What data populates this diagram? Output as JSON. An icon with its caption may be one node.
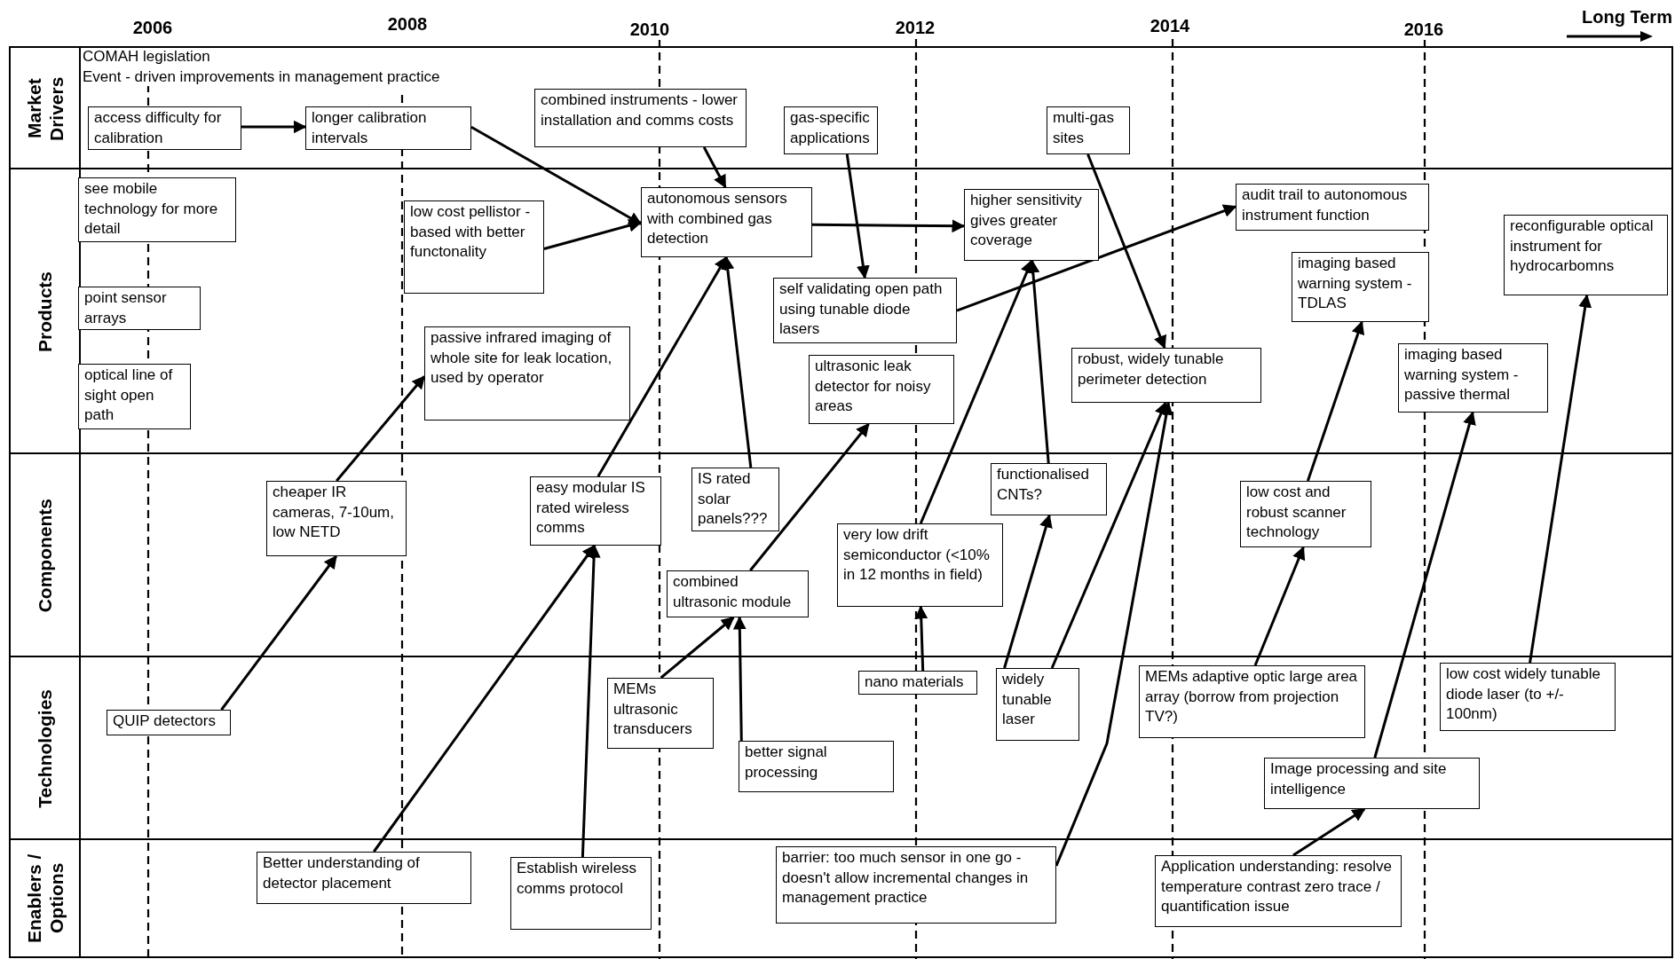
{
  "diagram": {
    "nodes": [
      {
        "text": [
          "Market Drivers"
        ]
      },
      {
        "text": [
          "Products"
        ]
      },
      {
        "text": [
          "Components"
        ]
      },
      {
        "text": [
          "Technologies"
        ]
      },
      {
        "text": [
          "Enablers / Options"
        ]
      },
      {
        "text": [
          "access difficulty for calibration"
        ],
        "in": 0
      },
      {
        "text": [
          "longer calibration intervals"
        ],
        "in": 0
      },
      {
        "text": [
          "combined instruments - lower installation and comms costs"
        ],
        "in": 0
      },
      {
        "text": [
          "gas-specific applications"
        ],
        "in": 0
      },
      {
        "text": [
          "multi-gas sites"
        ],
        "in": 0
      },
      {
        "text": [
          "see mobile technology for more detail"
        ],
        "in": 1
      },
      {
        "text": [
          "point sensor arrays"
        ],
        "in": 1
      },
      {
        "text": [
          "optical line of sight open path"
        ],
        "in": 1
      },
      {
        "text": [
          "low cost pellistor - based with better functonality"
        ],
        "in": 1
      },
      {
        "text": [
          "passive infrared imaging of whole site for leak location, used by operator"
        ],
        "in": 1
      },
      {
        "text": [
          "autonomous sensors with combined gas detection"
        ],
        "in": 1
      },
      {
        "text": [
          "self validating open path using tunable diode lasers"
        ],
        "in": 1
      },
      {
        "text": [
          "ultrasonic leak detector for noisy areas"
        ],
        "in": 1
      },
      {
        "text": [
          "higher sensitivity gives greater coverage"
        ],
        "in": 1
      },
      {
        "text": [
          "audit trail to autonomous instrument function"
        ],
        "in": 1
      },
      {
        "text": [
          "robust, widely tunable perimeter detection"
        ],
        "in": 1
      },
      {
        "text": [
          "imaging based warning system - TDLAS"
        ],
        "in": 1
      },
      {
        "text": [
          "reconfigurable optical instrument for hydrocarbomns"
        ],
        "in": 1
      },
      {
        "text": [
          "imaging based warning system - passive thermal"
        ],
        "in": 1
      },
      {
        "text": [
          "cheaper IR cameras, 7-10um, low NETD"
        ],
        "in": 2
      },
      {
        "text": [
          "easy modular IS rated wireless comms"
        ],
        "in": 2
      },
      {
        "text": [
          "IS rated solar panels???"
        ],
        "in": 2
      },
      {
        "text": [
          "combined ultrasonic module"
        ],
        "in": 2
      },
      {
        "text": [
          "very low drift semiconductor (<10% in 12 months in field)"
        ],
        "in": 2
      },
      {
        "text": [
          "functionalised CNTs?"
        ],
        "in": 2
      },
      {
        "text": [
          "low cost and robust scanner technology"
        ],
        "in": 2
      },
      {
        "text": [
          "QUIP detectors"
        ],
        "in": 3
      },
      {
        "text": [
          "MEMs ultrasonic transducers"
        ],
        "in": 3
      },
      {
        "text": [
          "better signal processing"
        ],
        "in": 3
      },
      {
        "text": [
          "nano materials"
        ],
        "in": 3
      },
      {
        "text": [
          "widely tunable laser"
        ],
        "in": 3
      },
      {
        "text": [
          "MEMs adaptive optic large area array (borrow from projection TV?)"
        ],
        "in": 3
      },
      {
        "text": [
          "low cost widely tunable diode laser (to +/- 100nm)"
        ],
        "in": 3
      },
      {
        "text": [
          "Image processing and site intelligence"
        ],
        "in": 3
      },
      {
        "text": [
          "Better understanding of detector placement"
        ],
        "in": 4
      },
      {
        "text": [
          "Establish wireless comms protocol"
        ],
        "in": 4
      },
      {
        "text": [
          "barrier: too much sensor in one go - doesn't allow incremental changes in management practice"
        ],
        "in": 4
      },
      {
        "text": [
          "Application understanding: resolve temperature contrast zero trace / quantification issue"
        ],
        "in": 4
      }
    ],
    "edges": [
      {
        "from": 5,
        "to": 6,
        "arrow": "to"
      },
      {
        "from": 6,
        "to": 15,
        "arrow": "to"
      },
      {
        "from": 7,
        "to": 15,
        "arrow": "to"
      },
      {
        "from": 8,
        "to": 16,
        "arrow": "to"
      },
      {
        "from": 9,
        "to": 20,
        "arrow": "to"
      },
      {
        "from": 13,
        "to": 15,
        "arrow": "to"
      },
      {
        "from": 15,
        "to": 18,
        "arrow": "to"
      },
      {
        "from": 16,
        "to": 19,
        "arrow": "to"
      },
      {
        "from": 31,
        "to": 24,
        "arrow": "to"
      },
      {
        "from": 24,
        "to": 14,
        "arrow": "to"
      },
      {
        "from": 25,
        "to": 15,
        "arrow": "to"
      },
      {
        "from": 26,
        "to": 15,
        "arrow": "to"
      },
      {
        "from": 39,
        "to": 25,
        "arrow": "to"
      },
      {
        "from": 40,
        "to": 25,
        "arrow": "to"
      },
      {
        "from": 32,
        "to": 27,
        "arrow": "to"
      },
      {
        "from": 33,
        "to": 27,
        "arrow": "to"
      },
      {
        "from": 27,
        "to": 17,
        "arrow": "to"
      },
      {
        "from": 34,
        "to": 28,
        "arrow": "to"
      },
      {
        "from": 28,
        "to": 18,
        "arrow": "to"
      },
      {
        "from": 29,
        "to": 18,
        "arrow": "to"
      },
      {
        "from": 35,
        "to": 29,
        "arrow": "to"
      },
      {
        "from": 35,
        "to": 20,
        "arrow": "to"
      },
      {
        "from": 41,
        "to": 20,
        "arrow": "to"
      },
      {
        "from": 36,
        "to": 30,
        "arrow": "to"
      },
      {
        "from": 30,
        "to": 21,
        "arrow": "to"
      },
      {
        "from": 38,
        "to": 23,
        "arrow": "to"
      },
      {
        "from": 42,
        "to": 38,
        "arrow": "to"
      },
      {
        "from": 37,
        "to": 22,
        "arrow": "to"
      }
    ],
    "labels": [
      "2006",
      "2008",
      "2010",
      "2012",
      "2014",
      "2016",
      "Long Term",
      "COMAH legislation",
      "Event - driven improvements in management practice"
    ]
  }
}
